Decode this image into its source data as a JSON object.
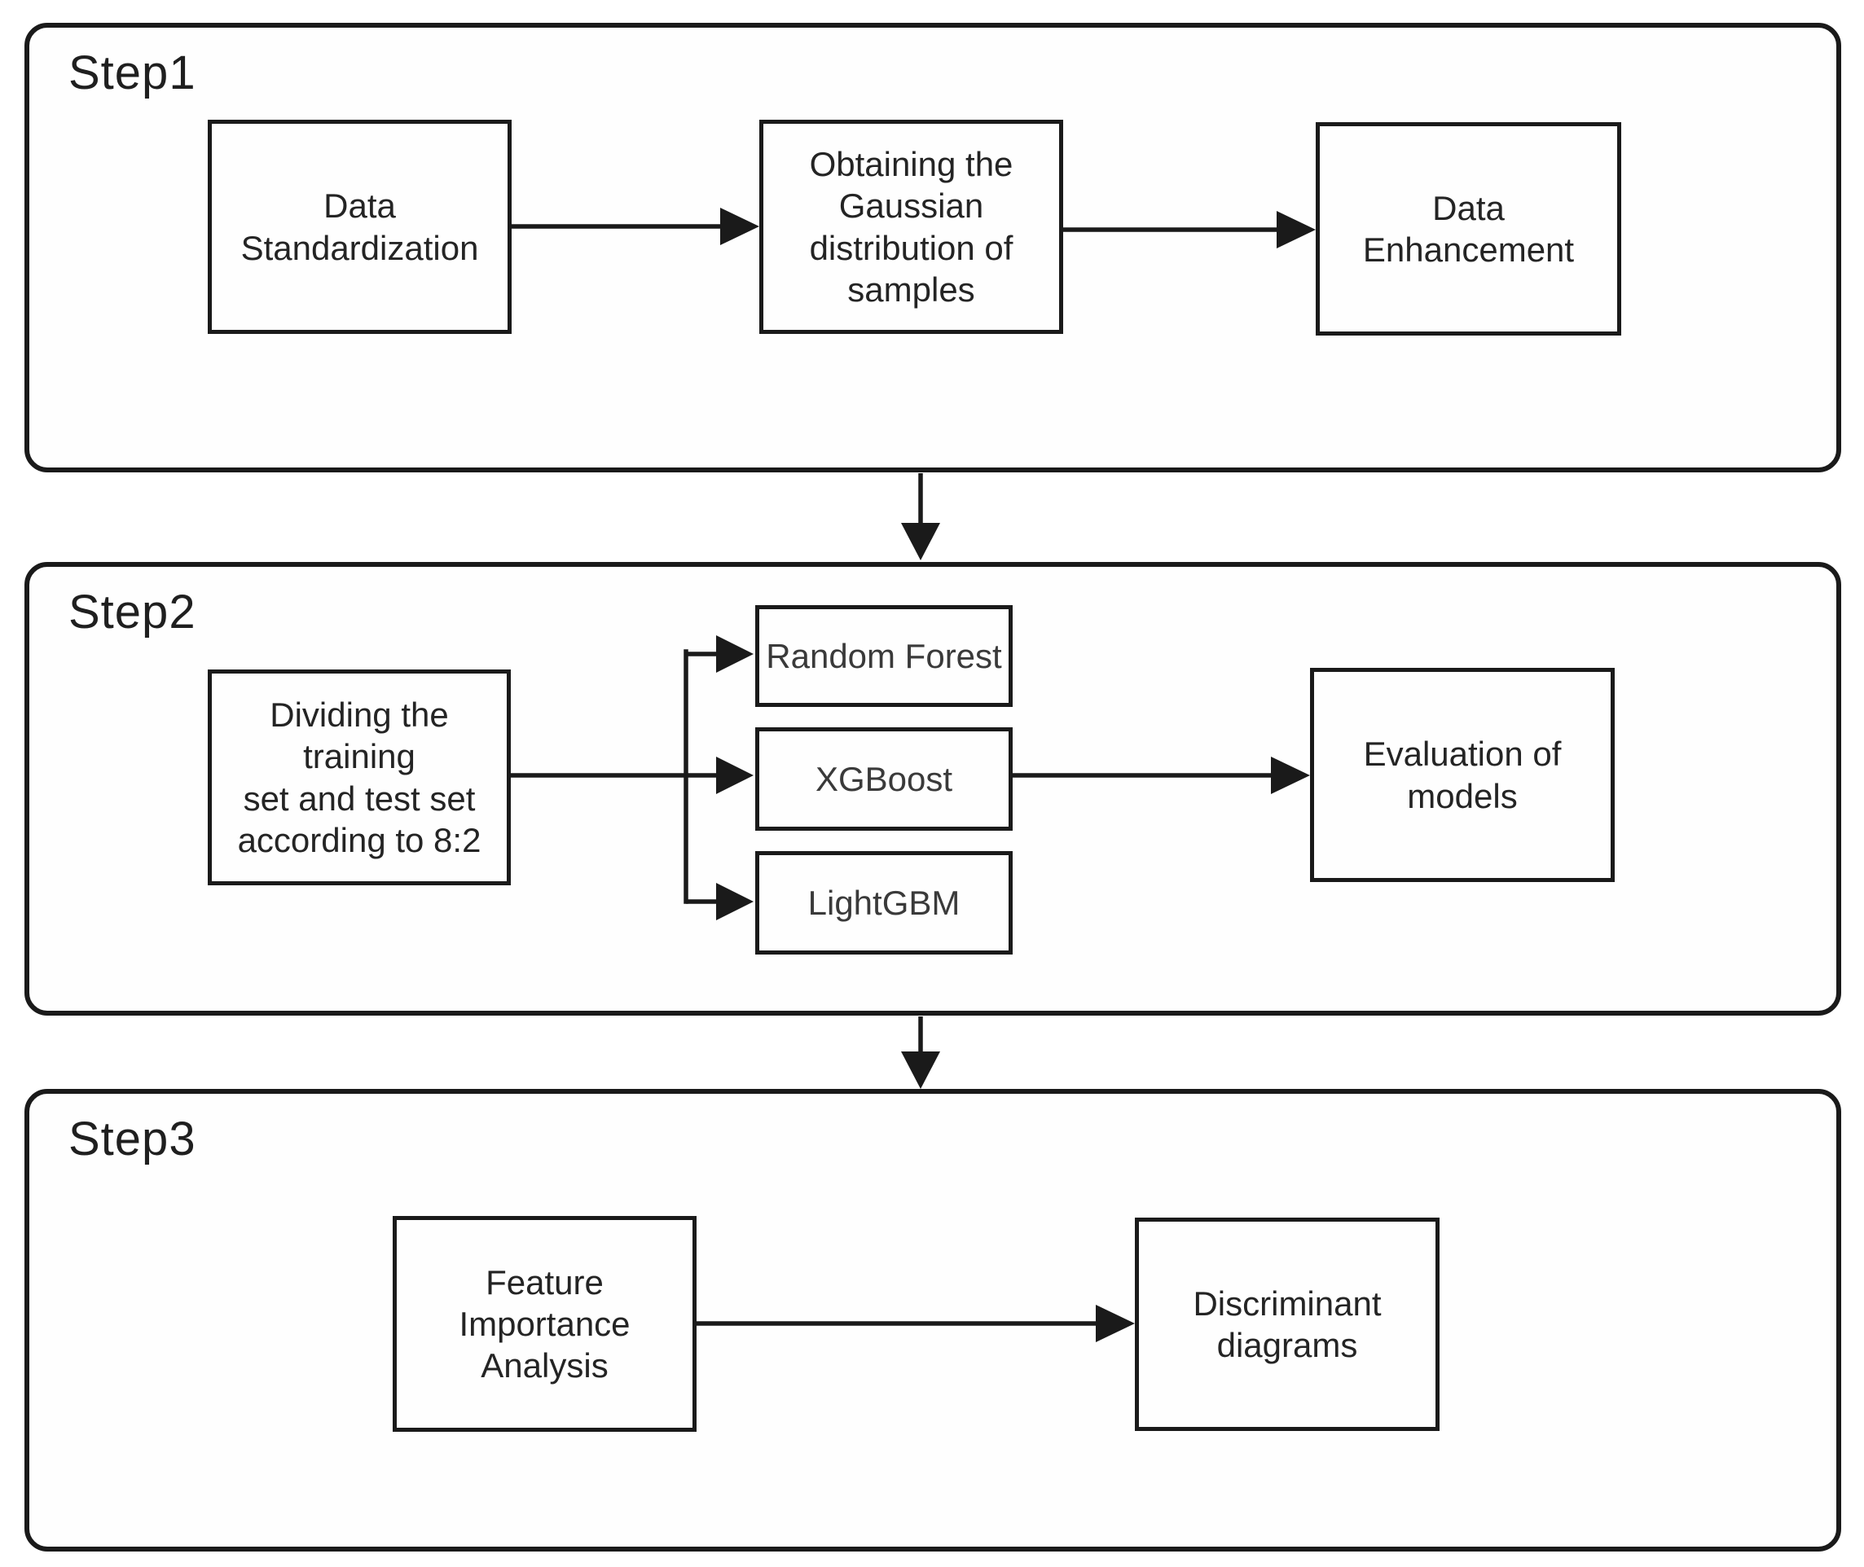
{
  "diagram": {
    "colors": {
      "stroke": "#1a1a1a",
      "background": "#ffffff",
      "text": "#1f1f1f"
    },
    "steps": [
      {
        "label": "Step1",
        "boxes": [
          {
            "label": "Data\nStandardization"
          },
          {
            "label": "Obtaining the\nGaussian\ndistribution of\nsamples"
          },
          {
            "label": "Data Enhancement"
          }
        ]
      },
      {
        "label": "Step2",
        "boxes": [
          {
            "label": "Dividing the training\nset and test set\naccording to 8:2"
          },
          {
            "label": "Random Forest"
          },
          {
            "label": "XGBoost"
          },
          {
            "label": "LightGBM"
          },
          {
            "label": "Evaluation of\nmodels"
          }
        ]
      },
      {
        "label": "Step3",
        "boxes": [
          {
            "label": "Feature Importance\nAnalysis"
          },
          {
            "label": "Discriminant\ndiagrams"
          }
        ]
      }
    ],
    "connections": [
      {
        "from": "Data Standardization",
        "to": "Obtaining the Gaussian distribution of samples"
      },
      {
        "from": "Obtaining the Gaussian distribution of samples",
        "to": "Data Enhancement"
      },
      {
        "from": "Step1",
        "to": "Step2"
      },
      {
        "from": "Dividing the training set and test set according to 8:2",
        "to": "Random Forest"
      },
      {
        "from": "Dividing the training set and test set according to 8:2",
        "to": "XGBoost"
      },
      {
        "from": "Dividing the training set and test set according to 8:2",
        "to": "LightGBM"
      },
      {
        "from": "XGBoost",
        "to": "Evaluation of models"
      },
      {
        "from": "Step2",
        "to": "Step3"
      },
      {
        "from": "Feature Importance Analysis",
        "to": "Discriminant diagrams"
      }
    ]
  }
}
